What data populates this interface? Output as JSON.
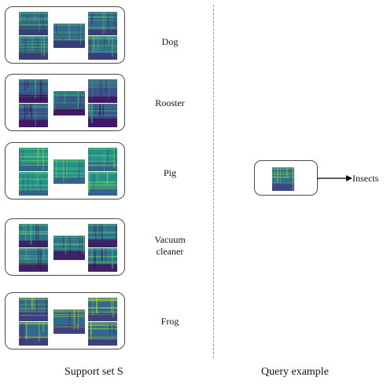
{
  "support_groups": [
    {
      "label": "Dog",
      "palette": {
        "bg": "#31688e",
        "dark": "#3e2c6f",
        "light": "#5ec962"
      }
    },
    {
      "label": "Rooster",
      "palette": {
        "bg": "#3b528b",
        "dark": "#440154",
        "light": "#35b779"
      }
    },
    {
      "label": "Pig",
      "palette": {
        "bg": "#21918c",
        "dark": "#3b528b",
        "light": "#7ad151"
      }
    },
    {
      "label": "Vacuum cleaner",
      "palette": {
        "bg": "#2c728e",
        "dark": "#440154",
        "light": "#5ec962"
      }
    },
    {
      "label": "Frog",
      "palette": {
        "bg": "#31688e",
        "dark": "#472d7b",
        "light": "#addc30"
      }
    }
  ],
  "query": {
    "palette": {
      "bg": "#2c728e",
      "dark": "#46327e",
      "light": "#8fd744"
    }
  },
  "answer_label": "Insects",
  "support_caption": "Support set S",
  "query_caption": "Query example"
}
